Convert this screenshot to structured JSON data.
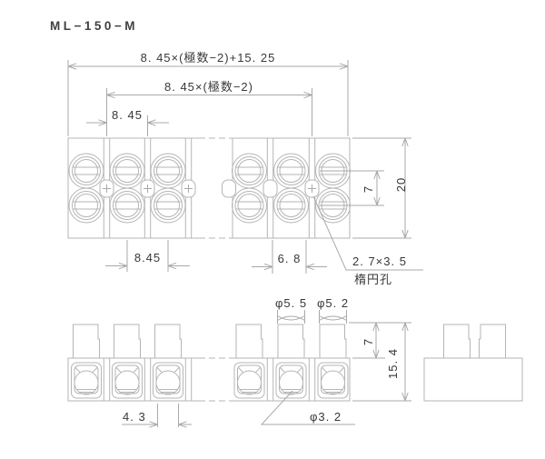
{
  "title": "ML−150−M",
  "top_view": {
    "dim_overall": "8. 45×(極数−2)+15. 25",
    "dim_pitch_formula": "8. 45×(極数−2)",
    "dim_pitch_top": "8. 45",
    "dim_pitch_bottom": "8.45",
    "dim_hole_offset": "6. 8",
    "dim_row_spacing": "7",
    "dim_body_width": "20",
    "hole_size": "2. 7×3. 5",
    "hole_label": "楕円孔"
  },
  "front_view": {
    "dim_post_dia_1": "φ5. 5",
    "dim_post_dia_2": "φ5. 2",
    "dim_post_height": "7",
    "dim_total_height": "15. 4",
    "dim_slot_width": "4. 3",
    "dim_wire_hole": "φ3. 2"
  }
}
